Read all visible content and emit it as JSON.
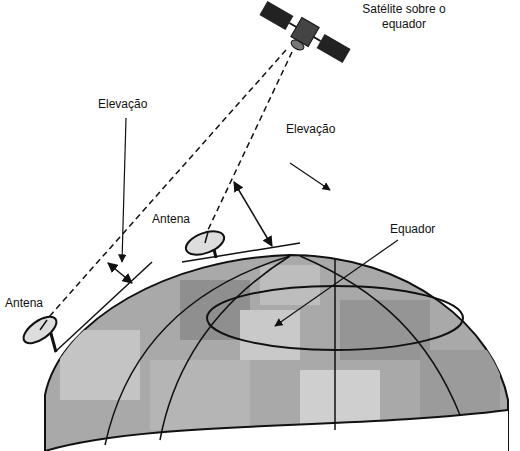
{
  "diagram": {
    "labels": [
      "Satélite sobre o equador",
      "Elevação",
      "Elevação",
      "Equador",
      "Antena",
      "Antena"
    ]
  }
}
